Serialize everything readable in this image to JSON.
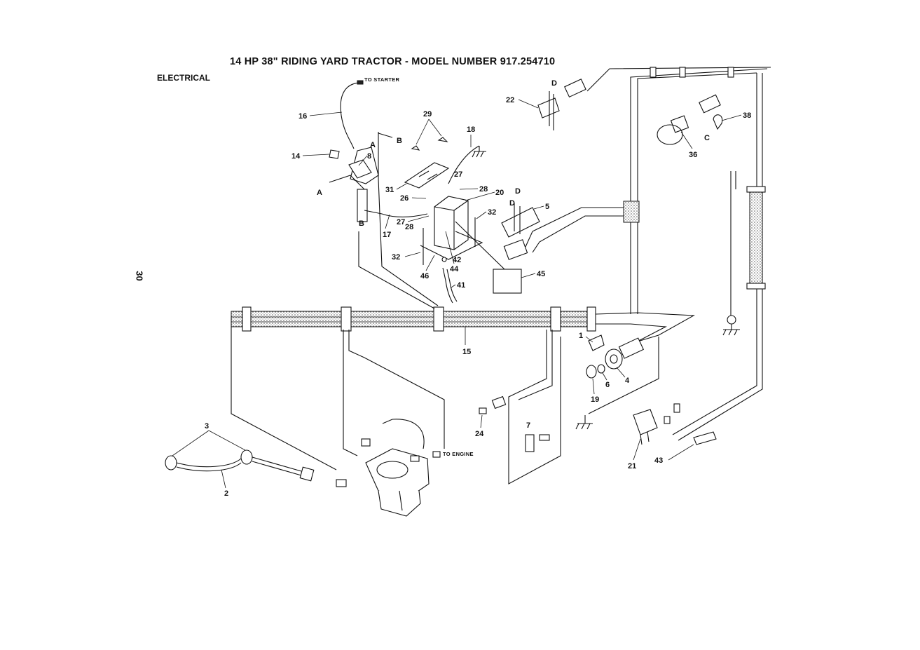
{
  "title": "14 HP 38\" RIDING YARD TRACTOR - MODEL NUMBER 917.254710",
  "section": "ELECTRICAL",
  "page_number": "30",
  "notes": {
    "to_starter": "TO STARTER",
    "to_engine": "TO ENGINE"
  },
  "markers": {
    "a": "A",
    "b": "B",
    "c": "C",
    "d": "D"
  },
  "callouts": [
    "1",
    "2",
    "3",
    "4",
    "5",
    "6",
    "7",
    "8",
    "14",
    "15",
    "16",
    "17",
    "18",
    "19",
    "20",
    "21",
    "22",
    "24",
    "26",
    "27",
    "28",
    "29",
    "31",
    "32",
    "36",
    "38",
    "41",
    "42",
    "43",
    "44",
    "45",
    "46"
  ]
}
